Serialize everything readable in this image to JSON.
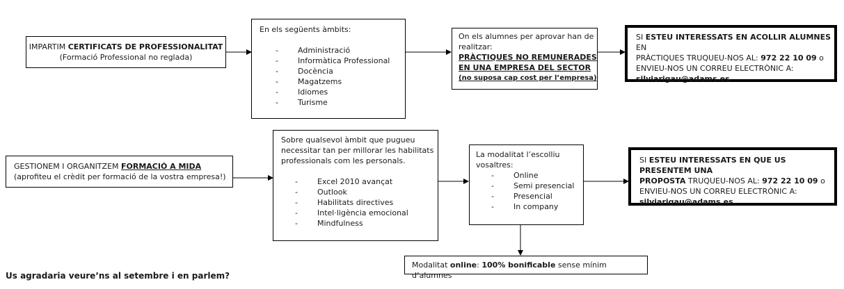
{
  "row1": {
    "box1": {
      "line1_normal": "IMPARTIM ",
      "line1_bold": "CERTIFICATS DE PROFESSIONALITAT",
      "line2": "(Formació Professional no reglada)"
    },
    "box2": {
      "intro": "En els següents àmbits:",
      "items": [
        "Administració",
        "Informàtica Professional",
        "Docència",
        "Magatzems",
        "Idiomes",
        "Turisme"
      ]
    },
    "box3": {
      "line1": "On els alumnes per aprovar han de",
      "line2": "realitzar:",
      "underlined1": "PRÀCTIQUES NO REMUNERADES",
      "underlined2": "EN UNA EMPRESA DEL SECTOR",
      "note": "(no suposa cap cost per l’empresa)"
    },
    "box4": {
      "p1": "SI ",
      "b1": "ESTEU INTERESSATS EN ACOLLIR ALUMNES",
      "p2": " EN",
      "line2": "PRÀCTIQUES TRUQUEU-NOS AL: ",
      "phone": "972 22 10 09",
      "p3": " o",
      "line3": "ENVIEU-NOS UN CORREU ELECTRÒNIC A:",
      "email": "silviarigau@adams.es"
    }
  },
  "row2": {
    "box1": {
      "p1": "GESTIONEM I ORGANITZEM ",
      "b1": "FORMACIÓ A MIDA",
      "line2": "(aprofiteu el crèdit per formació de la vostra empresa!)"
    },
    "box2": {
      "line1": "Sobre qualsevol àmbit que pugueu",
      "line2": "necessitar tan per millorar les habilitats",
      "line3": "professionals com les personals.",
      "items": [
        "Excel 2010 avançat",
        "Outlook",
        "Habilitats directives",
        "Intel·ligència emocional",
        "Mindfulness"
      ]
    },
    "box3": {
      "line1": "La modalitat l’escolliu",
      "line2": "vosaltres:",
      "items": [
        "Online",
        "Semi presencial",
        "Presencial",
        "In company"
      ]
    },
    "box4": {
      "p1": "SI ",
      "b1": "ESTEU INTERESSATS EN QUE US PRESENTEM UNA",
      "b2": "PROPOSTA",
      "p2": " TRUQUEU-NOS AL: ",
      "phone": "972 22 10 09",
      "p3": " o",
      "line3": "ENVIEU-NOS UN CORREU ELECTRÒNIC A:",
      "email": "silviarigau@adams.es"
    },
    "online_box": {
      "p1": "Modalitat ",
      "b1": "online",
      "p2": ": ",
      "b2": "100% bonificable",
      "p3": " sense mínim d’alumnes"
    }
  },
  "footer": "Us agradaria veure’ns al setembre i en parlem?"
}
